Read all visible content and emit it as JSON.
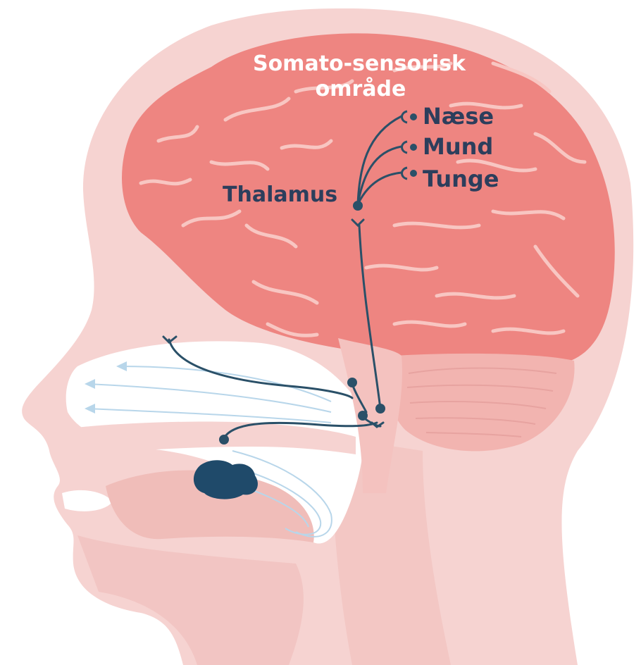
{
  "labels": {
    "area_line1": "Somato-sensorisk",
    "area_line2": "område",
    "thalamus": "Thalamus",
    "nose": "Næse",
    "mouth": "Mund",
    "tongue": "Tunge"
  },
  "colors": {
    "skin": "#f6d3d1",
    "skin_dark": "#f0bdb9",
    "brain": "#ee8581",
    "brain_lines": "#f8c6c2",
    "cerebellum_lines": "#e7a3a0",
    "nerve": "#2a5068",
    "label": "#2c3e5c",
    "air": "#b8d6ea",
    "white": "#ffffff"
  },
  "icons": {
    "taste_object": "food-blob-icon"
  }
}
